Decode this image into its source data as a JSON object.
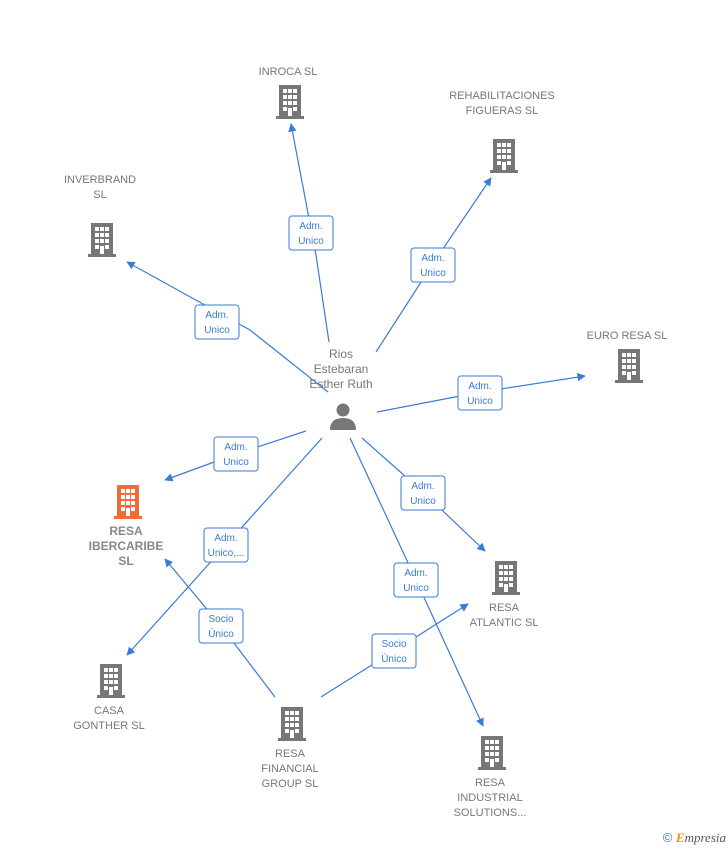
{
  "person": {
    "lines": [
      "Rios",
      "Estebaran",
      "Esther Ruth"
    ],
    "icon": "person-icon"
  },
  "companies": [
    {
      "id": "inroca",
      "lines": [
        "INROCA SL"
      ],
      "color": "#777777"
    },
    {
      "id": "rehabilitaciones",
      "lines": [
        "REHABILITACIONES",
        "FIGUERAS  SL"
      ],
      "color": "#777777"
    },
    {
      "id": "inverbrand",
      "lines": [
        "INVERBRAND",
        "SL"
      ],
      "color": "#777777"
    },
    {
      "id": "euro-resa",
      "lines": [
        "EURO RESA SL"
      ],
      "color": "#777777"
    },
    {
      "id": "resa-ibercaribe",
      "lines": [
        "RESA",
        "IBERCARIBE",
        "SL"
      ],
      "color": "#f26b3a",
      "focus": true
    },
    {
      "id": "resa-atlantic",
      "lines": [
        "RESA",
        "ATLANTIC  SL"
      ],
      "color": "#777777"
    },
    {
      "id": "casa-gonther",
      "lines": [
        "CASA",
        "GONTHER  SL"
      ],
      "color": "#777777"
    },
    {
      "id": "resa-financial",
      "lines": [
        "RESA",
        "FINANCIAL",
        "GROUP SL"
      ],
      "color": "#777777"
    },
    {
      "id": "resa-industrial",
      "lines": [
        "RESA",
        "INDUSTRIAL",
        "SOLUTIONS..."
      ],
      "color": "#777777"
    }
  ],
  "edges": [
    {
      "id": "e-inroca",
      "lines": [
        "Adm.",
        "Unico"
      ]
    },
    {
      "id": "e-rehab",
      "lines": [
        "Adm.",
        "Unico"
      ]
    },
    {
      "id": "e-inverbrand",
      "lines": [
        "Adm.",
        "Unico"
      ]
    },
    {
      "id": "e-euro",
      "lines": [
        "Adm.",
        "Unico"
      ]
    },
    {
      "id": "e-ibercaribe",
      "lines": [
        "Adm.",
        "Unico"
      ]
    },
    {
      "id": "e-gonther",
      "lines": [
        "Adm.",
        "Unico,..."
      ]
    },
    {
      "id": "e-atlantic",
      "lines": [
        "Adm.",
        "Unico"
      ]
    },
    {
      "id": "e-industrial",
      "lines": [
        "Adm.",
        "Unico"
      ]
    },
    {
      "id": "e-fin-ibercaribe",
      "lines": [
        "Socio",
        "Único"
      ]
    },
    {
      "id": "e-fin-atlantic",
      "lines": [
        "Socio",
        "Único"
      ]
    }
  ],
  "colors": {
    "edge": "#3a7bd5",
    "building": "#777777",
    "focus": "#f26b3a"
  },
  "footer": {
    "symbol": "©",
    "brand_initial": "E",
    "brand_rest": "mpresia"
  }
}
